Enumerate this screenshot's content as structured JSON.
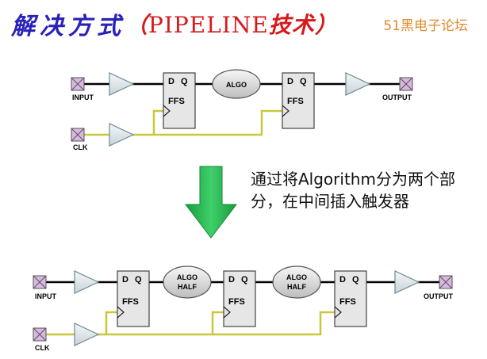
{
  "slide": {
    "title_main": "解决方式",
    "title_paren_open": "（",
    "title_tech": "PIPELINE",
    "title_tech_cn": "技术",
    "title_paren_close": "）",
    "watermark": "51黑电子论坛",
    "note": "通过将Algorithm分为两个部分，在中间插入触发器"
  },
  "diagram": {
    "top": {
      "input_label": "INPUT",
      "output_label": "OUTPUT",
      "clk_label": "CLK",
      "ff1": {
        "d": "D",
        "q": "Q",
        "name": "FFS"
      },
      "ff2": {
        "d": "D",
        "q": "Q",
        "name": "FFS"
      },
      "algo": "ALGO"
    },
    "bottom": {
      "input_label": "INPUT",
      "output_label": "OUTPUT",
      "clk_label": "CLK",
      "ff1": {
        "d": "D",
        "q": "Q",
        "name": "FFS"
      },
      "ff2": {
        "d": "D",
        "q": "Q",
        "name": "FFS"
      },
      "ff3": {
        "d": "D",
        "q": "Q",
        "name": "FFS"
      },
      "algo1": {
        "line1": "ALGO",
        "line2": "HALF"
      },
      "algo2": {
        "line1": "ALGO",
        "line2": "HALF"
      }
    }
  },
  "colors": {
    "title": "#2a22b8",
    "title_suffix": "#d7191c",
    "watermark": "#e08a2c",
    "clock_wire": "#c8c83a",
    "arrow": "#1fb24a",
    "port": "#d9b8e0",
    "buffer": "#dfe6ea",
    "ff_fill": "#e6e6e6",
    "algo_fill": "#dcdcdc"
  }
}
